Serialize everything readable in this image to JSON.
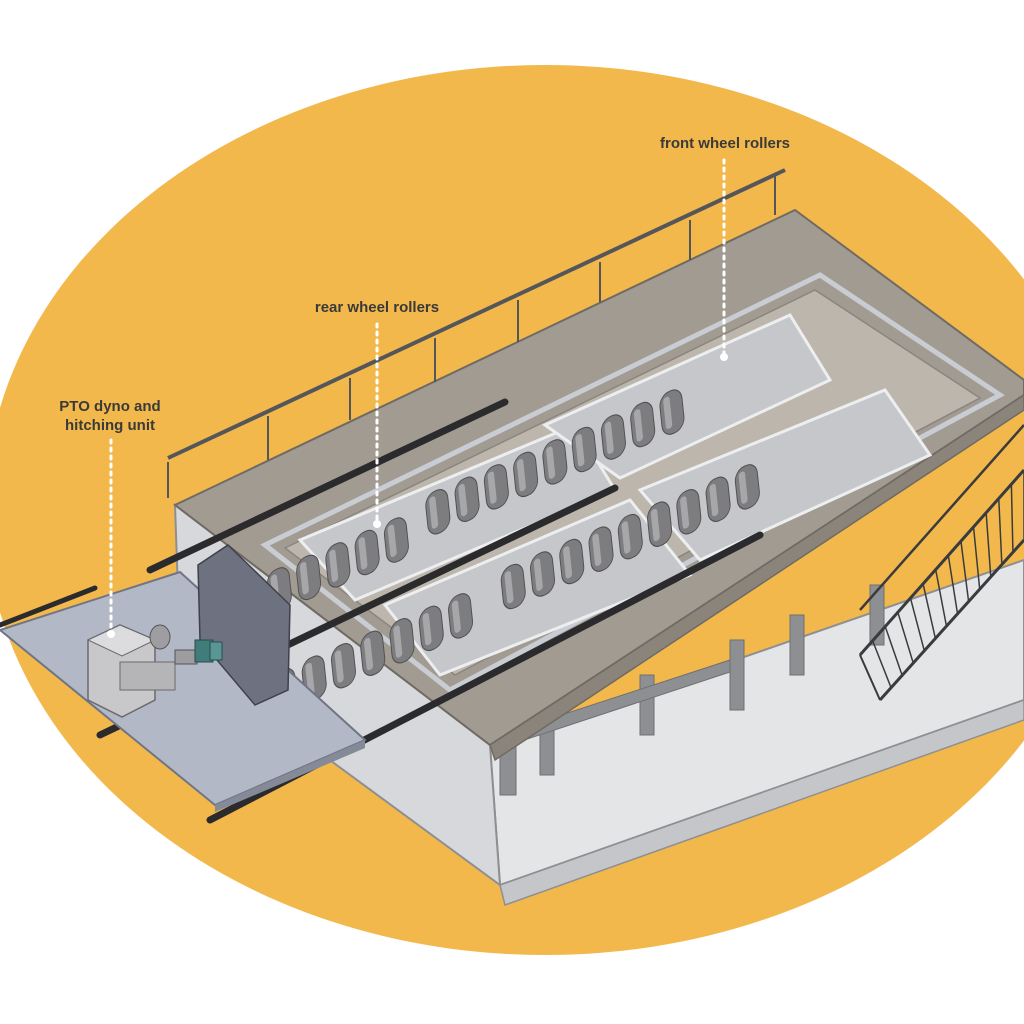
{
  "labels": {
    "front_rollers": "front wheel rollers",
    "rear_rollers": "rear wheel rollers",
    "pto_line1": "PTO dyno and",
    "pto_line2": "hitching unit"
  },
  "colors": {
    "background_ellipse": "#f2b84b",
    "deck_top": "#a29b92",
    "deck_edge": "#8a847b",
    "pit_inner": "#d6d8db",
    "pit_outer": "#e4e5e7",
    "roller": "#7d7d80",
    "roller_highlight": "#a7a7aa",
    "roller_shadow": "#505053",
    "rail": "#2b2b2d",
    "platform": "#b3b8c6",
    "dyno_box": "#c8c8ca",
    "gear_teal": "#3f7c7a",
    "callout_text": "#3a3a3a",
    "leader_dots": "#ffffff"
  },
  "icons": [
    "roller-icon",
    "stair-icon",
    "dyno-unit-icon",
    "rail-icon"
  ]
}
